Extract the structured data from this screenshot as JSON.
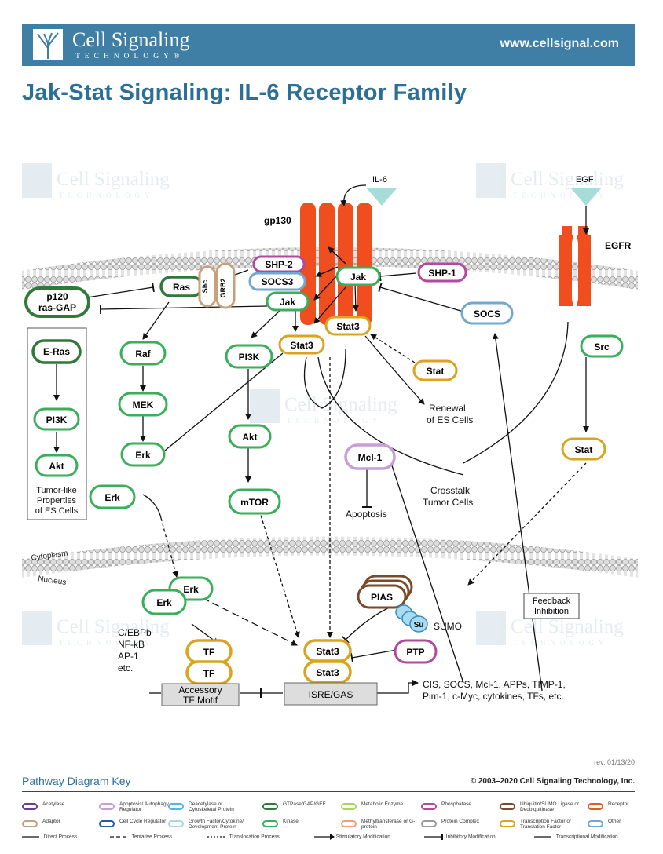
{
  "header": {
    "logo_text": "Cell Signaling",
    "logo_subtext": "TECHNOLOGY®",
    "url": "www.cellsignal.com"
  },
  "title": "Jak-Stat Signaling: IL-6 Receptor Family",
  "watermark": {
    "text": "Cell Signaling",
    "sub": "TECHNOLOGY"
  },
  "diagram": {
    "labels": {
      "il6": "IL-6",
      "egf": "EGF",
      "gp130": "gp130",
      "egfr": "EGFR",
      "renewal": [
        "Renewal",
        "of ES Cells"
      ],
      "crosstalk": [
        "Crosstalk",
        "Tumor Cells"
      ],
      "apoptosis": "Apoptosis",
      "tumor_like": [
        "Tumor-like",
        "Properties",
        "of ES Cells"
      ],
      "cytoplasm": "Cytoplasm",
      "nucleus": "Nucleus",
      "tfs": [
        "C/EBPb",
        "NF-kB",
        "AP-1",
        "etc."
      ],
      "sumo": "SUMO",
      "feedback": [
        "Feedback",
        "Inhibition"
      ],
      "accessory": [
        "Accessory",
        "TF Motif"
      ],
      "isre": "ISRE/GAS",
      "targets": [
        "CIS, SOCS, Mcl-1, APPs, TIMP-1,",
        "Pim-1, c-Myc, cytokines, TFs, etc."
      ]
    },
    "nodes": {
      "shp2_a": "SHP-2",
      "socs3": "SOCS3",
      "jak_a": "Jak",
      "jak_b": "Jak",
      "shp1": "SHP-1",
      "ras": "Ras",
      "shc": "Shc",
      "grb2": "GRB2",
      "p120": [
        "p120",
        "ras-GAP"
      ],
      "stat3_a": "Stat3",
      "stat3_b": "Stat3",
      "stat_a": "Stat",
      "socs": "SOCS",
      "src": "Src",
      "stat_b": "Stat",
      "eras": "E-Ras",
      "pi3k_a": "PI3K",
      "akt_a": "Akt",
      "raf": "Raf",
      "mek": "MEK",
      "erk_a": "Erk",
      "erk_b": "Erk",
      "pi3k_b": "PI3K",
      "akt_b": "Akt",
      "mtor": "mTOR",
      "mcl1": "Mcl-1",
      "erk_c": "Erk",
      "erk_d": "Erk",
      "tf_a": "TF",
      "tf_b": "TF",
      "pias": "PIAS",
      "su": "Su",
      "ptp": "PTP",
      "stat3_c": "Stat3",
      "stat3_d": "Stat3"
    }
  },
  "key": {
    "title": "Pathway Diagram Key",
    "revision": "rev. 01/13/20",
    "copyright": "© 2003–2020 Cell Signaling Technology, Inc.",
    "items": [
      {
        "label": "Acetylase",
        "color": "#6a3d8f"
      },
      {
        "label": "Apoptosis/ Autophagy Regulator",
        "color": "#c79fd6"
      },
      {
        "label": "Deacetylase or Cytoskeletal Protein",
        "color": "#58b6dc"
      },
      {
        "label": "GTPase/GAP/GEF",
        "color": "#2f7a3a"
      },
      {
        "label": "Metabolic Enzyme",
        "color": "#a8d26a"
      },
      {
        "label": "Phosphatase",
        "color": "#b14a9c"
      },
      {
        "label": "Ubiquitin/SUMO Ligase or Deubiquitinase",
        "color": "#7a4a2a"
      },
      {
        "label": "Receptor",
        "color": "#e05a2a"
      },
      {
        "label": "Adaptor",
        "color": "#c9a07a"
      },
      {
        "label": "Cell Cycle Regulator",
        "color": "#2a5aa0"
      },
      {
        "label": "Growth Factor/Cytokine/ Development Protein",
        "color": "#a8dcd8"
      },
      {
        "label": "Kinase",
        "color": "#3aae5a"
      },
      {
        "label": "Methyltransferase or G-protein",
        "color": "#f0a080"
      },
      {
        "label": "Protein Complex",
        "color": "#9a9a9a"
      },
      {
        "label": "Transcription Factor or Translation Factor",
        "color": "#d9a520"
      },
      {
        "label": "Other",
        "color": "#6fa8d0"
      }
    ],
    "lines": [
      "Direct Process",
      "Tentative Process",
      "Translocation Process",
      "Stimulatory Modification",
      "Inhibitory Modification",
      "Transcriptional Modification"
    ]
  }
}
